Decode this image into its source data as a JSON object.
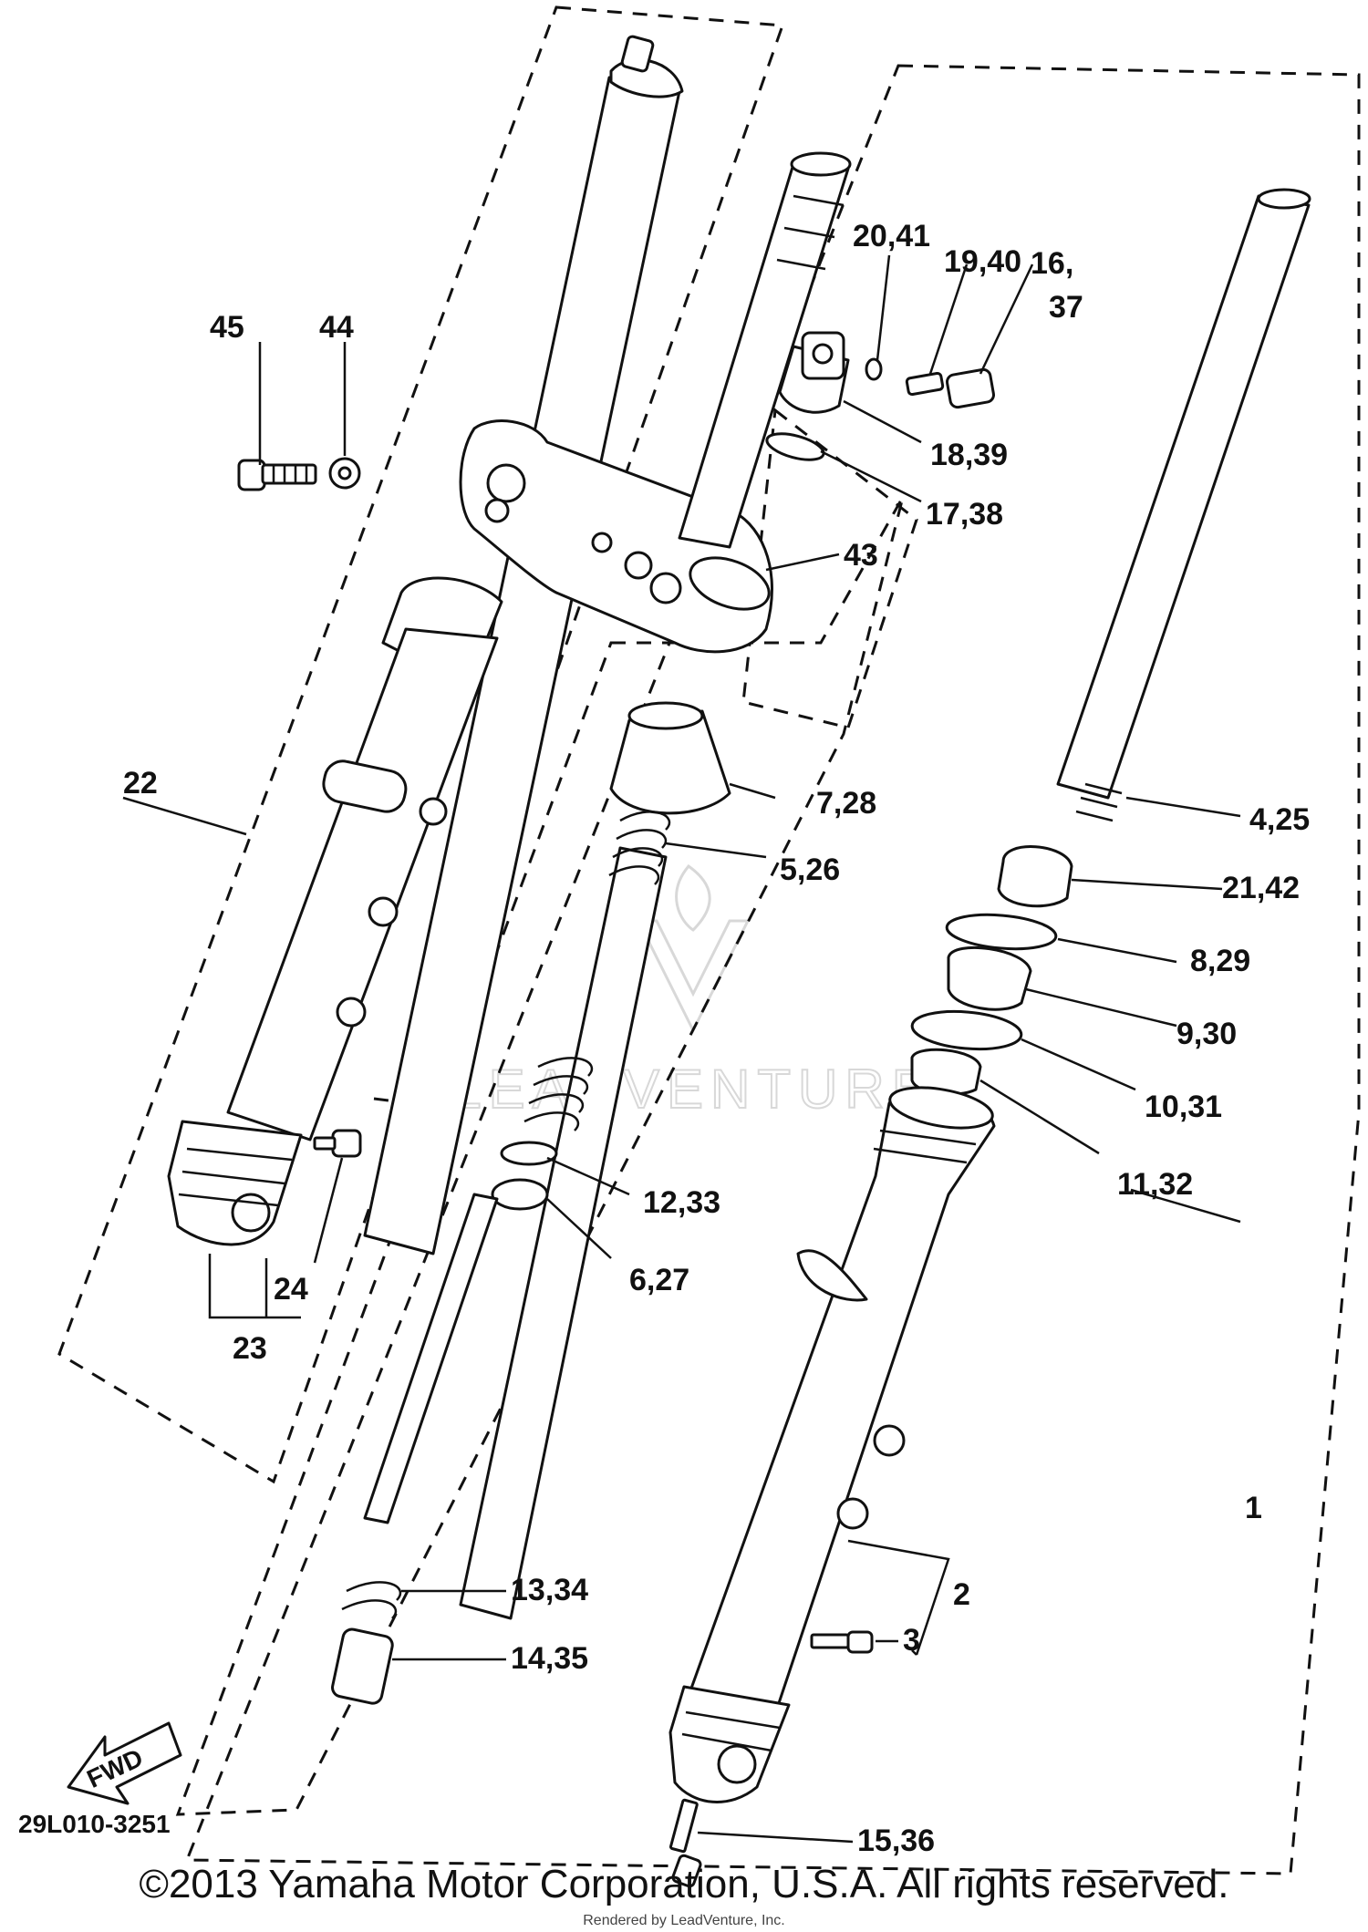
{
  "diagram": {
    "callouts": [
      "1",
      "2",
      "3",
      "4,25",
      "5,26",
      "6,27",
      "7,28",
      "8,29",
      "9,30",
      "10,31",
      "11,32",
      "12,33",
      "13,34",
      "14,35",
      "15,36",
      "16,",
      "37",
      "17,38",
      "18,39",
      "19,40",
      "20,41",
      "21,42",
      "22",
      "23",
      "24",
      "43",
      "44",
      "45"
    ],
    "arrow_label": "FWD",
    "drawing_code": "29L010-3251",
    "watermark": "LEADVENTURE"
  },
  "footer": {
    "copyright": "©2013 Yamaha Motor Corporation, U.S.A. All rights reserved.",
    "rendered_by": "Rendered by LeadVenture, Inc."
  }
}
